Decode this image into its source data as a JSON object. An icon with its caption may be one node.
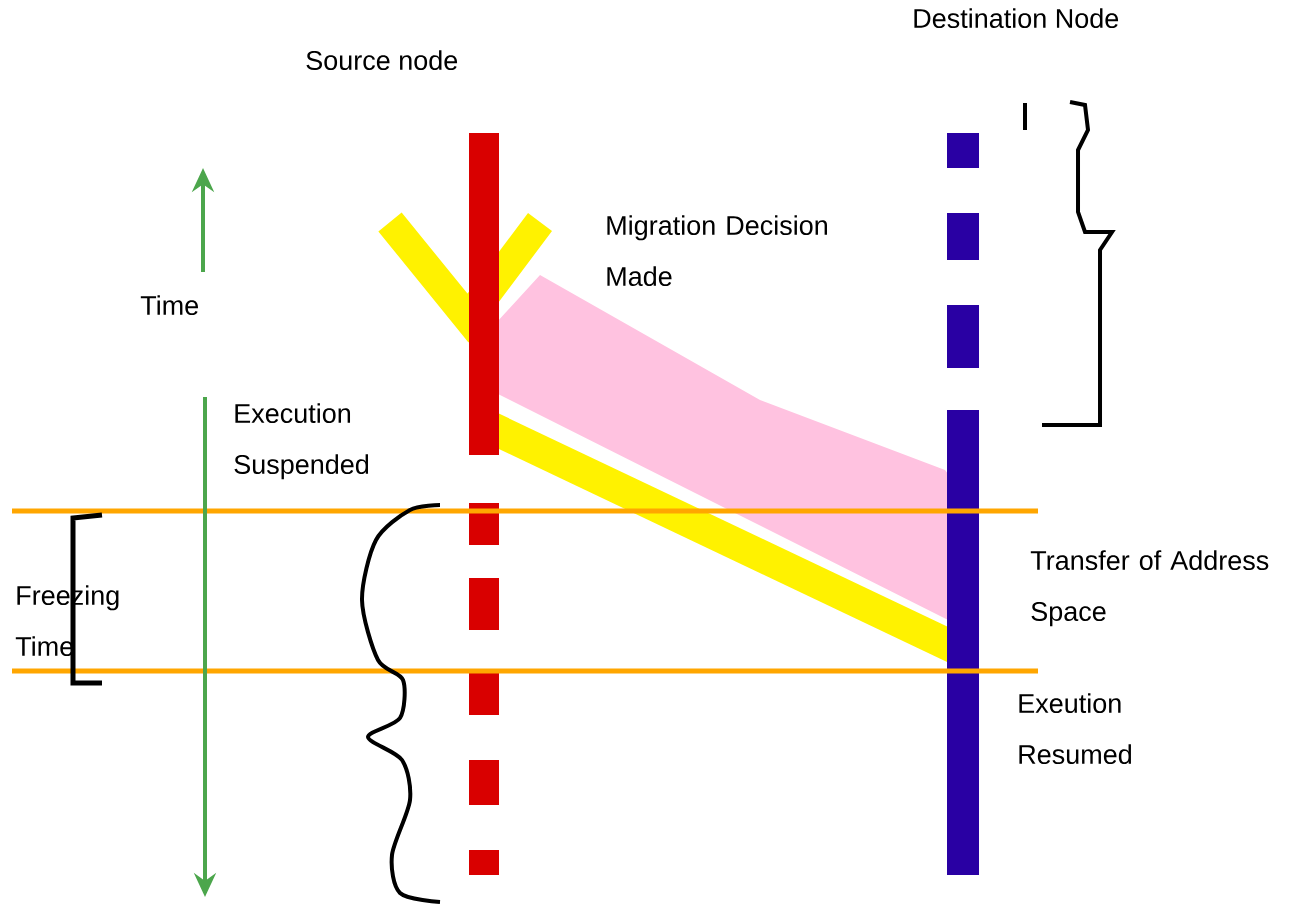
{
  "diagram": {
    "labels": [
      "Destination Node",
      "Source node",
      "Migration Decision Made",
      "Time",
      "Execution Suspended",
      "Freezing Time",
      "Transfer of Address Space",
      "Exeution Resumed"
    ]
  }
}
